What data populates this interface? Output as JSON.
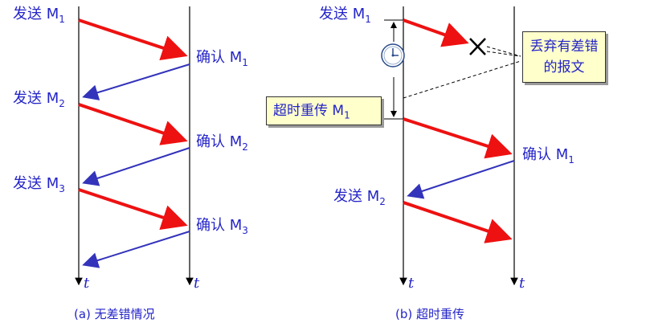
{
  "panel_a": {
    "send_m1": "发送 M",
    "send_m1_sub": "1",
    "ack_m1": "确认 M",
    "ack_m1_sub": "1",
    "send_m2": "发送 M",
    "send_m2_sub": "2",
    "ack_m2": "确认 M",
    "ack_m2_sub": "2",
    "send_m3": "发送 M",
    "send_m3_sub": "3",
    "ack_m3": "确认 M",
    "ack_m3_sub": "3",
    "time_left": "t",
    "time_right": "t",
    "caption": "(a) 无差错情况"
  },
  "panel_b": {
    "send_m1": "发送 M",
    "send_m1_sub": "1",
    "discard_line1": "丢弃有差错",
    "discard_line2": "的报文",
    "timeout_resend": "超时重传 M",
    "timeout_resend_sub": "1",
    "ack_m1": "确认 M",
    "ack_m1_sub": "1",
    "send_m2": "发送 M",
    "send_m2_sub": "2",
    "time_left": "t",
    "time_right": "t",
    "caption": "(b) 超时重传"
  },
  "colors": {
    "send_arrow": "#ee1111",
    "ack_arrow": "#3333bb",
    "text": "#2323c8",
    "callout_bg": "#ffffcc"
  },
  "icons": {
    "timer": "clock-icon",
    "lost": "cross-icon"
  }
}
